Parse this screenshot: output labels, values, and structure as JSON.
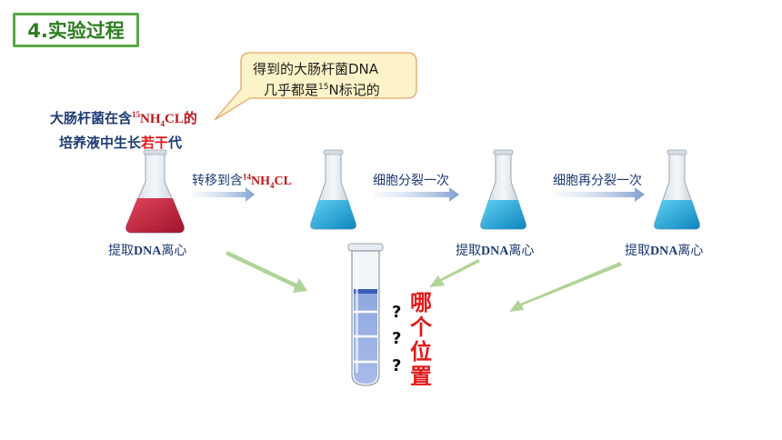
{
  "title": "4.实验过程",
  "callout": {
    "line1": "得到的大肠杆菌DNA",
    "line2_a": "几乎都是",
    "line2_sup": "15",
    "line2_b": "N标记的"
  },
  "culture": {
    "line1_a": "大肠杆菌在含",
    "line1_sup": "15",
    "line1_b": "NH",
    "line1_sub": "4",
    "line1_c": "CL的",
    "line2_a": "培养液中生长",
    "line2_red": "若干",
    "line2_c": "代"
  },
  "steps": {
    "transfer_a": "转移到含",
    "transfer_sup": "14",
    "transfer_b": "NH",
    "transfer_sub": "4",
    "transfer_c": "CL",
    "divide_once": "细胞分裂一次",
    "divide_again": "细胞再分裂一次"
  },
  "extract": {
    "prefix": "提取",
    "dna": "DNA",
    "suffix": "离心"
  },
  "question_marks": [
    "?",
    "?",
    "?"
  ],
  "question_text": [
    "哪",
    "个",
    "位",
    "置"
  ],
  "colors": {
    "title_green": "#5aa843",
    "navy": "#1f3b74",
    "red": "#e11a1a",
    "callout_fill": "#fdf3c8",
    "callout_border": "#e8b27a",
    "flask_red": "#c3223a",
    "flask_blue": "#1fa3d4",
    "tube_band": "#3a5fb8"
  }
}
